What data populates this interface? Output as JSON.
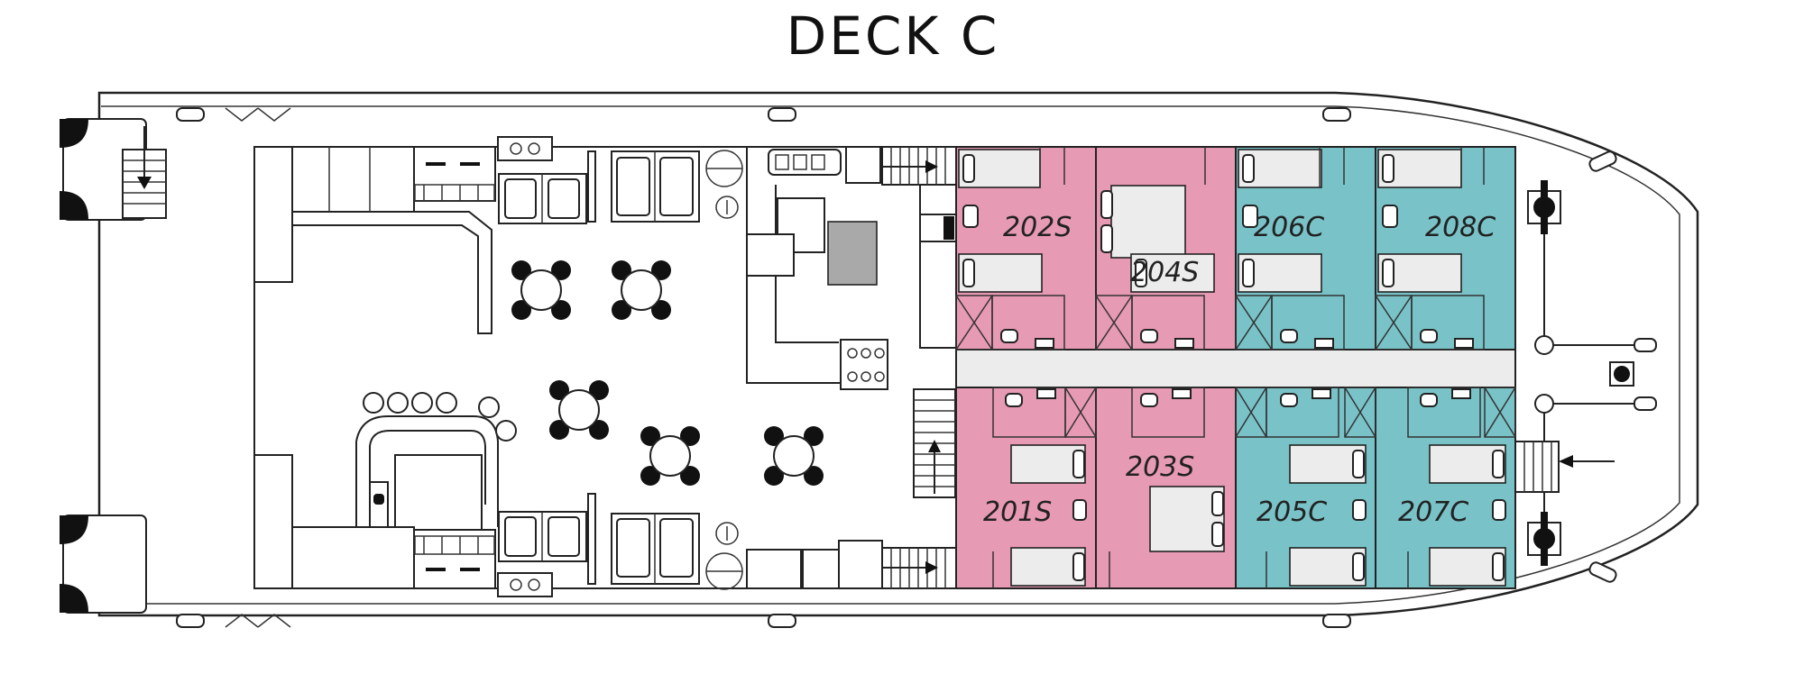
{
  "title": "DECK C",
  "colors": {
    "suite_cabin": "#e79ab3",
    "cabin": "#79c3c8",
    "outline": "#222222"
  },
  "cabins": {
    "c201": "201S",
    "c202": "202S",
    "c203": "203S",
    "c204": "204S",
    "c205": "205C",
    "c206": "206C",
    "c207": "207C",
    "c208": "208C"
  }
}
